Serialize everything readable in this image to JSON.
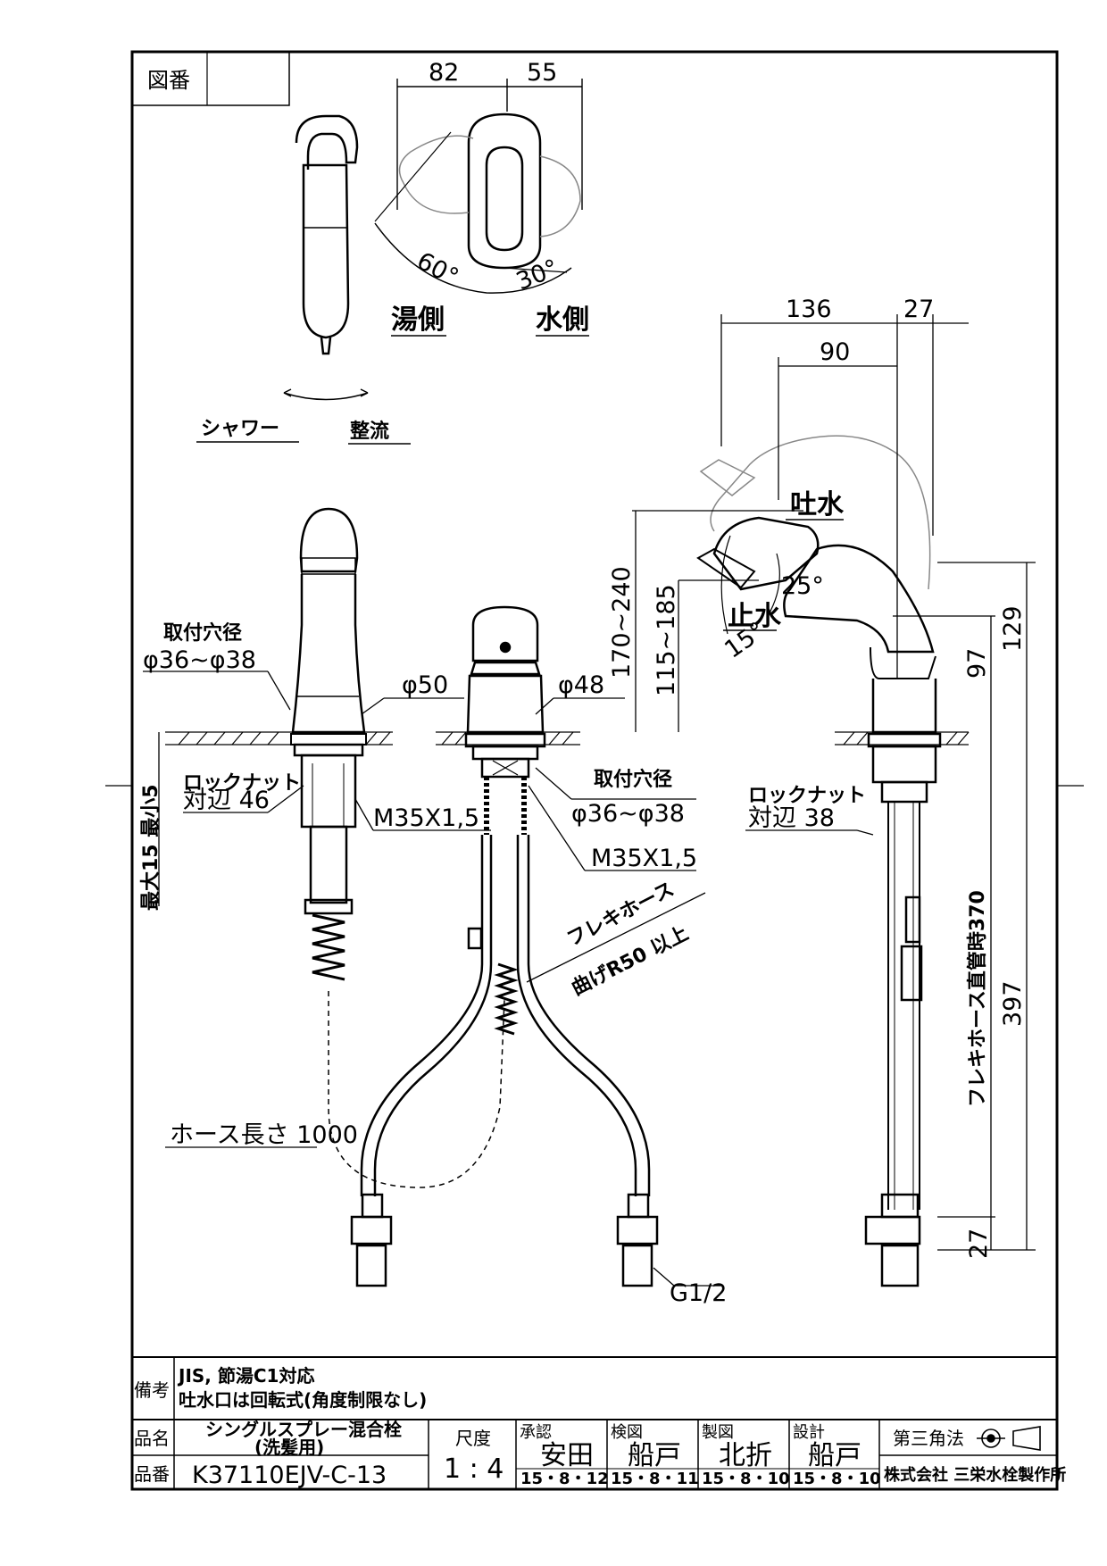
{
  "header": {
    "zuban_label": "図番",
    "zuban_value": ""
  },
  "top_view": {
    "dim_82": "82",
    "dim_55": "55",
    "angle_60": "60°",
    "angle_30": "30°",
    "hot_side": "湯側",
    "cold_side": "水側",
    "shower": "シャワー",
    "straight": "整流"
  },
  "left_view": {
    "hole_dia_title": "取付穴径",
    "hole_dia": "φ36~φ38",
    "dia_50": "φ50",
    "locknut": "ロックナット",
    "locknut_size": "対辺 46",
    "thread": "M35X1,5",
    "thickness_range": "最大15 最小5",
    "hose_length": "ホース長さ 1000"
  },
  "front_view": {
    "dia_48": "φ48",
    "hole_dia_title": "取付穴径",
    "hole_dia": "φ36~φ38",
    "thread": "M35X1,5",
    "flexi_hose": "フレキホース",
    "bend_radius": "曲げR50 以上",
    "inlet": "G1/2"
  },
  "right_view": {
    "dim_136": "136",
    "dim_27_top": "27",
    "dim_90": "90",
    "spout_on": "吐水",
    "spout_off": "止水",
    "angle_25": "25°",
    "angle_15": "15°",
    "h_170_240": "170~240",
    "h_115_185": "115~185",
    "dim_97": "97",
    "dim_129": "129",
    "locknut": "ロックナット",
    "locknut_size": "対辺 38",
    "straight_length": "フレキホース直管時370",
    "dim_397": "397",
    "dim_27_bottom": "27"
  },
  "notes": {
    "label": "備考",
    "line1": "JIS, 節湯C1対応",
    "line2": "吐水口は回転式(角度制限なし)"
  },
  "title_block": {
    "name_label": "品名",
    "name_line1": "シングルスプレー混合栓",
    "name_line2": "(洗髪用)",
    "number_label": "品番",
    "number": "K37110EJV-C-13",
    "scale_label": "尺度",
    "scale": "1 : 4",
    "approve_label": "承認",
    "approve_name": "安田",
    "approve_date": "15・8・12",
    "check_label": "検図",
    "check_name": "船戸",
    "check_date": "15・8・11",
    "draw_label": "製図",
    "draw_name": "北折",
    "draw_date": "15・8・10",
    "design_label": "設計",
    "design_name": "船戸",
    "design_date": "15・8・10",
    "projection": "第三角法",
    "company": "株式会社 三栄水栓製作所"
  }
}
